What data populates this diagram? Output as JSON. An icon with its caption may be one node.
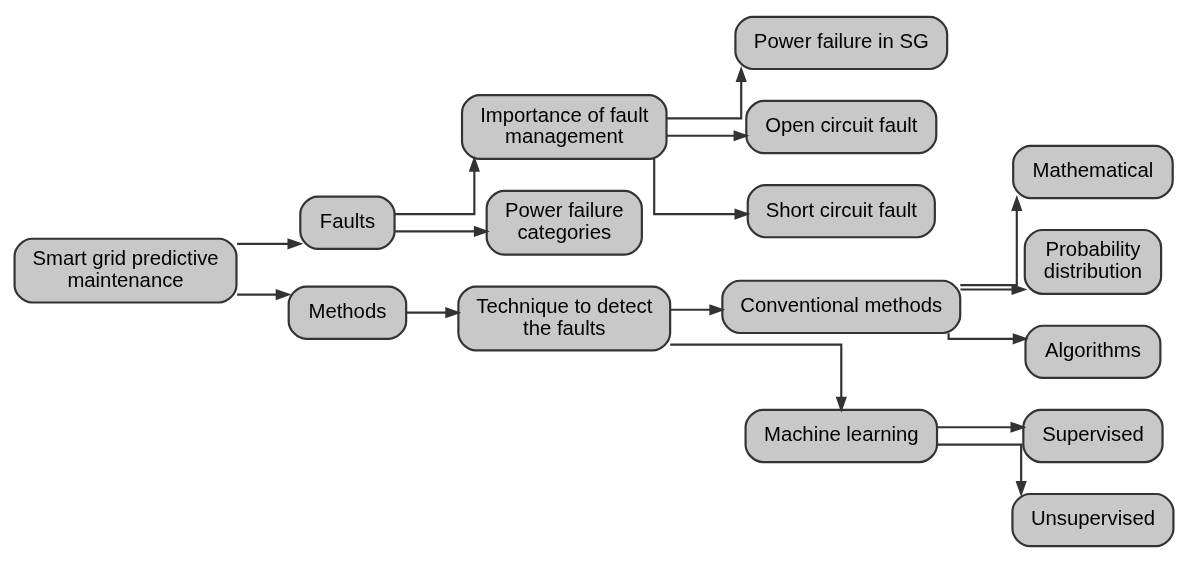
{
  "diagram": {
    "nodes": [
      {
        "text": [
          "Smart grid predictive maintenance"
        ]
      },
      {
        "text": [
          "Faults"
        ]
      },
      {
        "text": [
          "Methods"
        ]
      },
      {
        "text": [
          "Importance of fault management"
        ]
      },
      {
        "text": [
          "Power failure categories"
        ]
      },
      {
        "text": [
          "Technique to detect the faults"
        ]
      },
      {
        "text": [
          "Power failure in SG"
        ]
      },
      {
        "text": [
          "Open circuit fault"
        ]
      },
      {
        "text": [
          "Short circuit fault"
        ]
      },
      {
        "text": [
          "Conventional methods"
        ]
      },
      {
        "text": [
          "Machine learning"
        ]
      },
      {
        "text": [
          "Mathematical"
        ]
      },
      {
        "text": [
          "Probability distribution"
        ]
      },
      {
        "text": [
          "Algorithms"
        ]
      },
      {
        "text": [
          "Supervised"
        ]
      },
      {
        "text": [
          "Unsupervised"
        ]
      }
    ],
    "edges": [
      {
        "from": 0,
        "to": 1,
        "arrow": "to"
      },
      {
        "from": 0,
        "to": 2,
        "arrow": "to"
      },
      {
        "from": 1,
        "to": 3,
        "arrow": "to"
      },
      {
        "from": 1,
        "to": 4,
        "arrow": "to"
      },
      {
        "from": 3,
        "to": 6,
        "arrow": "to"
      },
      {
        "from": 3,
        "to": 7,
        "arrow": "to"
      },
      {
        "from": 3,
        "to": 8,
        "arrow": "to"
      },
      {
        "from": 2,
        "to": 5,
        "arrow": "to"
      },
      {
        "from": 5,
        "to": 9,
        "arrow": "to"
      },
      {
        "from": 5,
        "to": 10,
        "arrow": "to"
      },
      {
        "from": 9,
        "to": 11,
        "arrow": "to"
      },
      {
        "from": 9,
        "to": 12,
        "arrow": "to"
      },
      {
        "from": 9,
        "to": 13,
        "arrow": "to"
      },
      {
        "from": 10,
        "to": 14,
        "arrow": "to"
      },
      {
        "from": 10,
        "to": 15,
        "arrow": "to"
      }
    ]
  }
}
